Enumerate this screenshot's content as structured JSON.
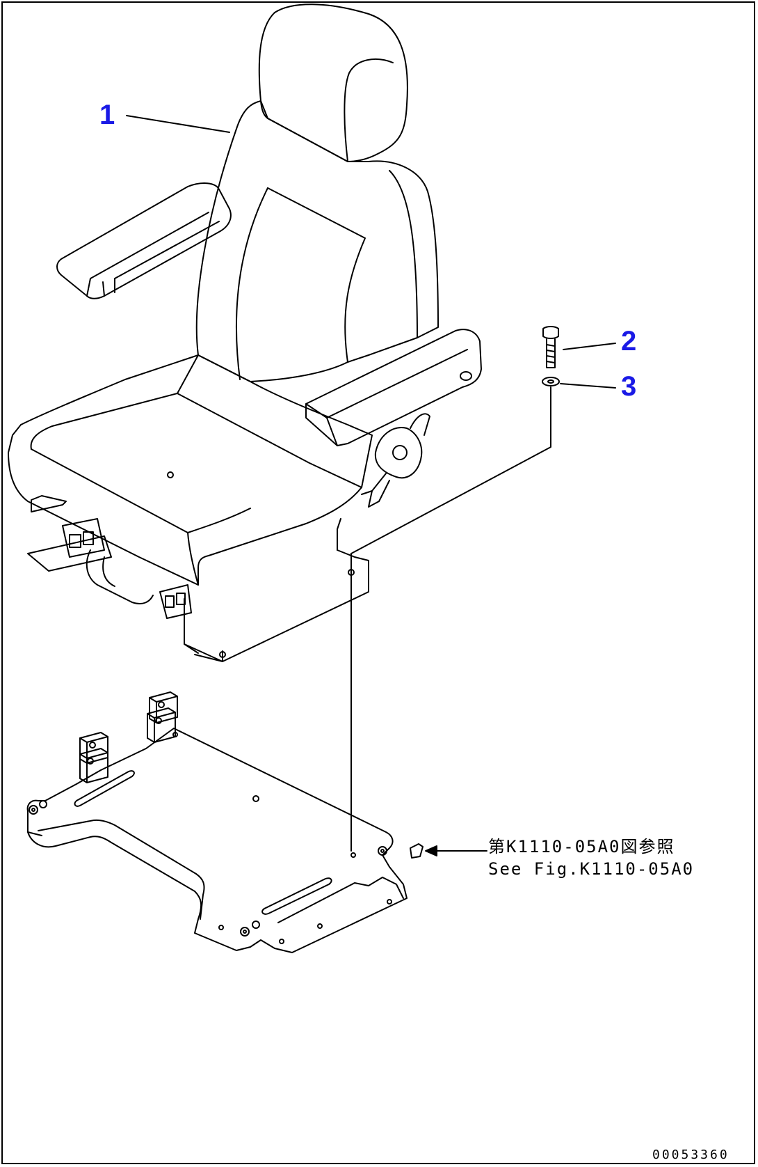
{
  "callouts": [
    {
      "id": "1"
    },
    {
      "id": "2"
    },
    {
      "id": "3"
    }
  ],
  "reference": {
    "japanese": "第K1110-05A0図参照",
    "english": "See Fig.K1110-05A0"
  },
  "drawing_number": "00053360",
  "colors": {
    "callout": "#1a1ae6",
    "line": "#000000",
    "background": "#ffffff"
  }
}
